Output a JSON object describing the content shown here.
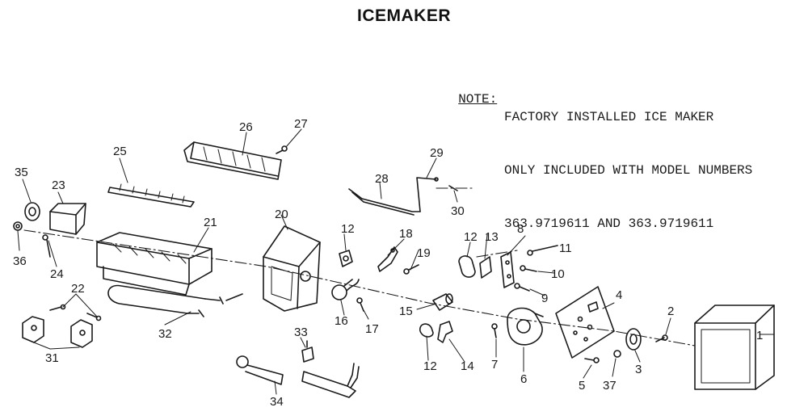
{
  "title": "ICEMAKER",
  "note": {
    "label": "NOTE:",
    "line1": "FACTORY INSTALLED ICE MAKER",
    "line2": "ONLY INCLUDED WITH MODEL NUMBERS",
    "line3": "363.9719611 AND 363.9719611"
  },
  "callouts": {
    "c1": "1",
    "c2": "2",
    "c3": "3",
    "c4": "4",
    "c5": "5",
    "c6": "6",
    "c7": "7",
    "c8": "8",
    "c9": "9",
    "c10": "10",
    "c11": "11",
    "c12a": "12",
    "c12b": "12",
    "c12c": "12",
    "c13": "13",
    "c14": "14",
    "c15": "15",
    "c16": "16",
    "c17": "17",
    "c18": "18",
    "c19": "19",
    "c20": "20",
    "c21": "21",
    "c22": "22",
    "c23": "23",
    "c24": "24",
    "c25": "25",
    "c26": "26",
    "c27": "27",
    "c28": "28",
    "c29": "29",
    "c30": "30",
    "c31": "31",
    "c32": "32",
    "c33": "33",
    "c34": "34",
    "c35": "35",
    "c36": "36",
    "c37": "37"
  }
}
